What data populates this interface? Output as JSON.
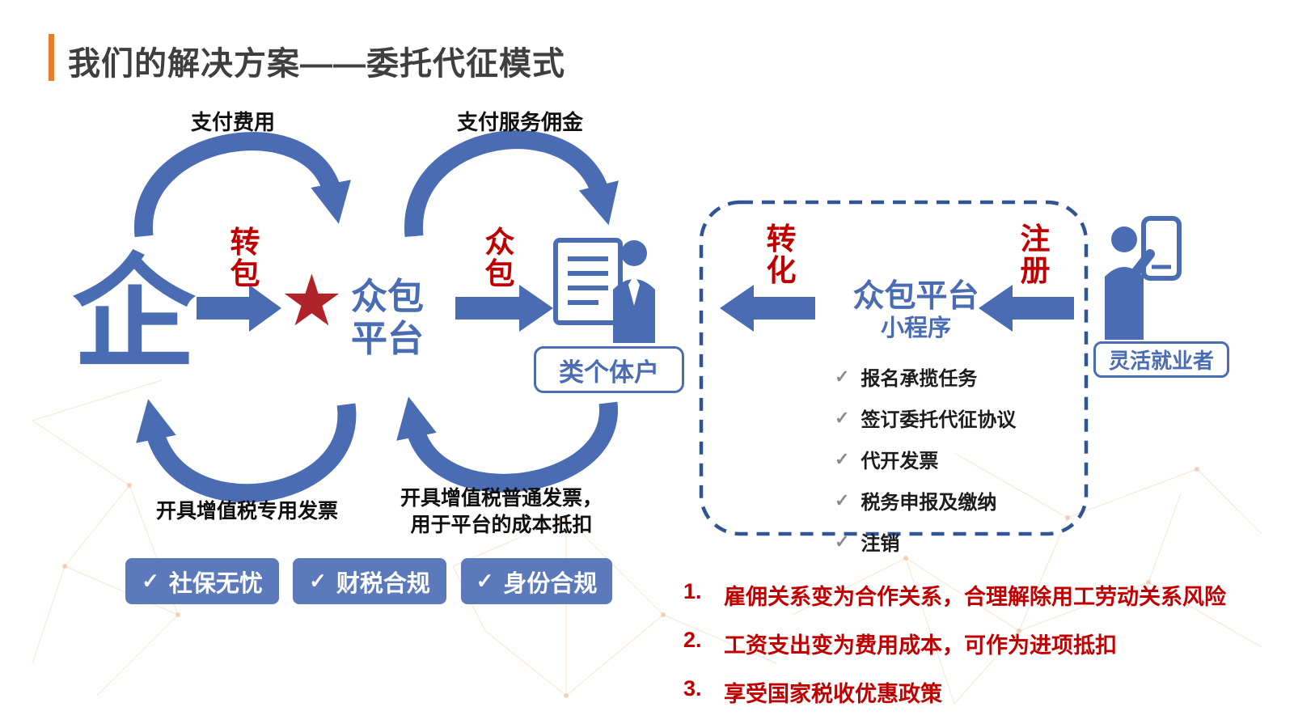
{
  "title": "我们的解决方案——委托代征模式",
  "icons": {
    "check": "✓",
    "star": "★"
  },
  "flow": {
    "enterprise": "企",
    "subcontract_label": "转包",
    "platform_name_line1": "众包",
    "platform_name_line2": "平台",
    "crowdsource_label": "众包",
    "individual_chip": "类个体户",
    "arc_pay_fee": "支付费用",
    "arc_pay_commission": "支付服务佣金",
    "arc_special_invoice": "开具增值税专用发票",
    "arc_ordinary_invoice_line1": "开具增值税普通发票，",
    "arc_ordinary_invoice_line2": "用于平台的成本抵扣"
  },
  "panel": {
    "convert_label": "转化",
    "register_label": "注册",
    "platform_title": "众包平台",
    "platform_subtitle": "小程序",
    "checklist": [
      "报名承揽任务",
      "签订委托代征协议",
      "代开发票",
      "税务申报及缴纳",
      "注销"
    ],
    "flexible_worker_chip": "灵活就业者"
  },
  "badges": [
    "社保无忧",
    "财税合规",
    "身份合规"
  ],
  "benefits": [
    {
      "num": "1.",
      "text": "雇佣关系变为合作关系，合理解除用工劳动关系风险"
    },
    {
      "num": "2.",
      "text": "工资支出变为费用成本，可作为进项抵扣"
    },
    {
      "num": "3.",
      "text": "享受国家税收优惠政策"
    }
  ],
  "colors": {
    "accent_orange": "#E87D2B",
    "primary_blue": "#4A6CB3",
    "badge_blue": "#5B79BB",
    "red": "#C00000",
    "dash_border_blue": "#2F5597",
    "star_red": "#B0232A"
  }
}
